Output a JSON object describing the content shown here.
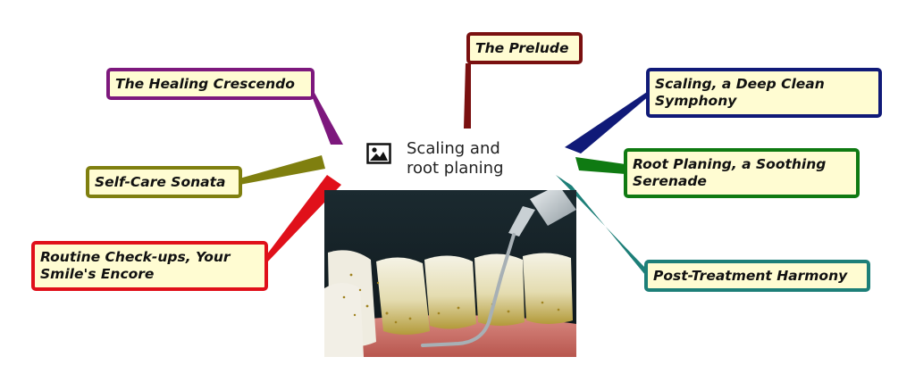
{
  "center": {
    "title_line1": "Scaling and",
    "title_line2": "root planing",
    "icon": "image-icon"
  },
  "nodes": [
    {
      "id": "prelude",
      "line1": "The Prelude",
      "line2": "",
      "color": "#7a1010"
    },
    {
      "id": "scaling",
      "line1": "Scaling, a Deep Clean",
      "line2": "Symphony",
      "color": "#101a78"
    },
    {
      "id": "root-planing",
      "line1": "Root Planing, a Soothing",
      "line2": "Serenade",
      "color": "#0f7a12"
    },
    {
      "id": "post-treatment",
      "line1": "Post-Treatment Harmony",
      "line2": "",
      "color": "#1d7f78"
    },
    {
      "id": "routine",
      "line1": "Routine Check-ups, Your",
      "line2": "Smile's Encore",
      "color": "#e0101a"
    },
    {
      "id": "self-care",
      "line1": "Self-Care Sonata",
      "line2": "",
      "color": "#7f7f0f"
    },
    {
      "id": "healing",
      "line1": "The Healing Crescendo",
      "line2": "",
      "color": "#7d187d"
    }
  ]
}
